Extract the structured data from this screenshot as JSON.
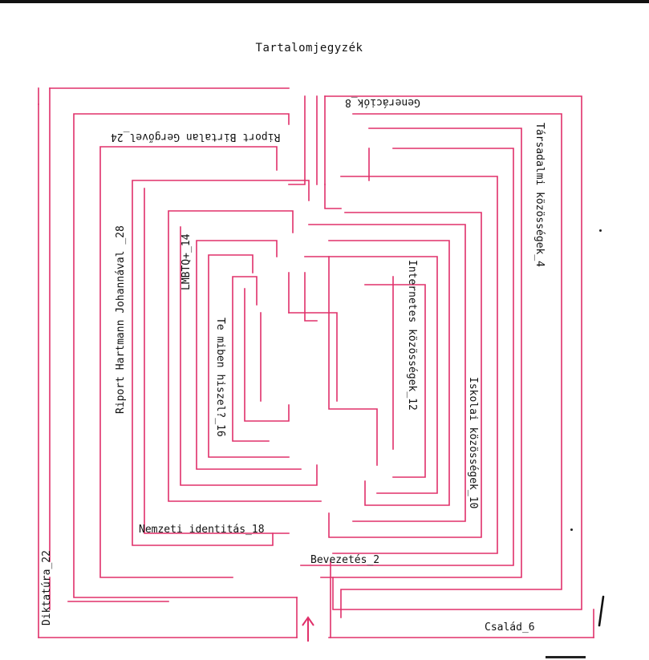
{
  "title": "Tartalomjegyzék",
  "colors": {
    "maze_line": "#e0306a",
    "text": "#111111"
  },
  "entries": {
    "generaciok": "Generációk_8",
    "tarsadalmi": "Társadalmi közösségek_4",
    "birtalan": "Riport Birtalan Gergővel_24",
    "hartmann": "Riport Hartmann Johannával _28",
    "lmbtq": "LMBTQ+_14",
    "internetes": "Internetes közösségek_12",
    "temiben": "Te miben hiszel?_16",
    "iskolai": "Iskolai közösségek_10",
    "nemzeti": "Nemzeti identitás_18",
    "bevezetes": "Bevezetés_2",
    "diktatura": "Diktatúra_22",
    "csalad": "Család_6"
  },
  "entrance_arrow": "entrance-arrow-icon",
  "page_mark": "1"
}
